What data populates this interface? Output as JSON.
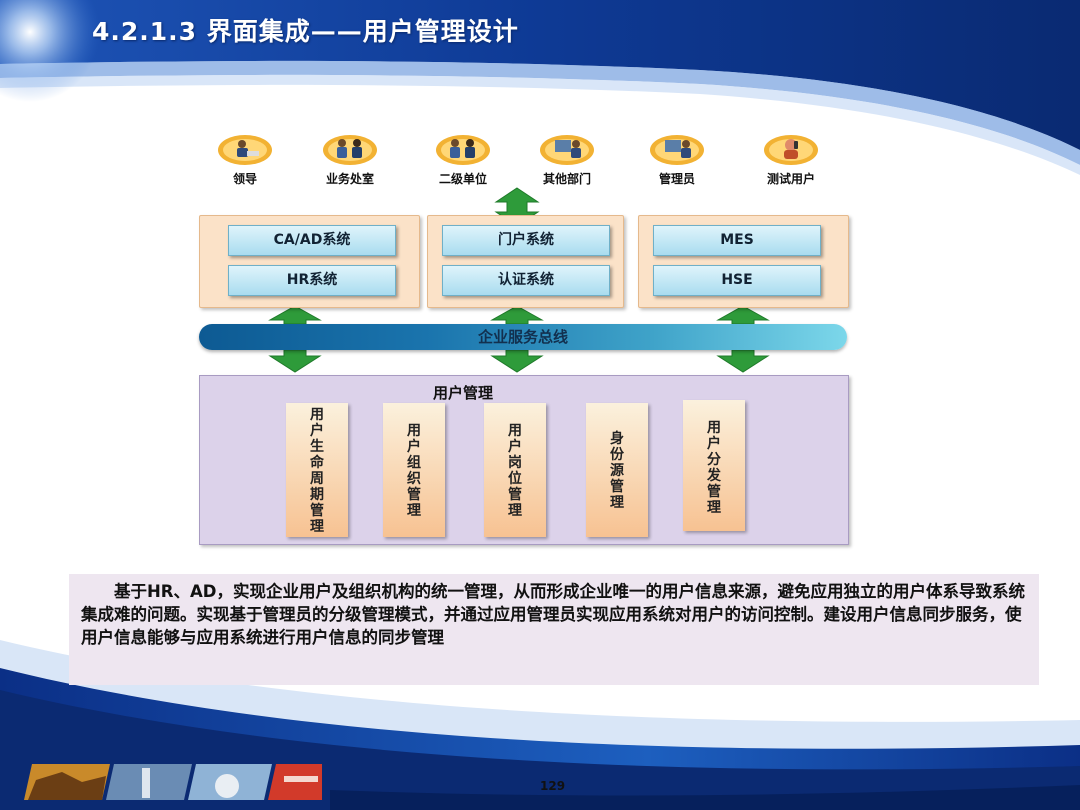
{
  "slide": {
    "title": "4.2.1.3 界面集成——用户管理设计",
    "page_number": "129"
  },
  "users": [
    {
      "label": "领导",
      "icon": "person-at-desk-icon"
    },
    {
      "label": "业务处室",
      "icon": "people-meeting-icon"
    },
    {
      "label": "二级单位",
      "icon": "people-meeting-icon"
    },
    {
      "label": "其他部门",
      "icon": "person-at-computer-icon"
    },
    {
      "label": "管理员",
      "icon": "person-at-computer-icon"
    },
    {
      "label": "测试用户",
      "icon": "person-on-phone-icon"
    }
  ],
  "systems": {
    "left": [
      "CA/AD系统",
      "HR系统"
    ],
    "center": [
      "门户系统",
      "认证系统"
    ],
    "right": [
      "MES",
      "HSE"
    ]
  },
  "bus_label": "企业服务总线",
  "user_management": {
    "title": "用户管理",
    "modules": [
      "用户生命周期管理",
      "用户组织管理",
      "用户岗位管理",
      "身份源管理",
      "用户分发管理"
    ]
  },
  "description": "基于HR、AD，实现企业用户及组织机构的统一管理，从而形成企业唯一的用户信息来源，避免应用独立的用户体系导致系统集成难的问题。实现基于管理员的分级管理模式，并通过应用管理员实现应用系统对用户的访问控制。建设用户信息同步服务，使用户信息能够与应用系统进行用户信息的同步管理",
  "colors": {
    "header_blue": "#0b2f86",
    "bus_dark": "#0d5a93",
    "bus_light": "#7cd7ea",
    "system_panel": "#fbe2c8",
    "system_button": "#a9dcef",
    "user_mgmt_panel": "#dcd2ea",
    "module_fill": "#f7c292",
    "arrow_green": "#2e9b3a",
    "description_bg": "#eee6f0"
  }
}
